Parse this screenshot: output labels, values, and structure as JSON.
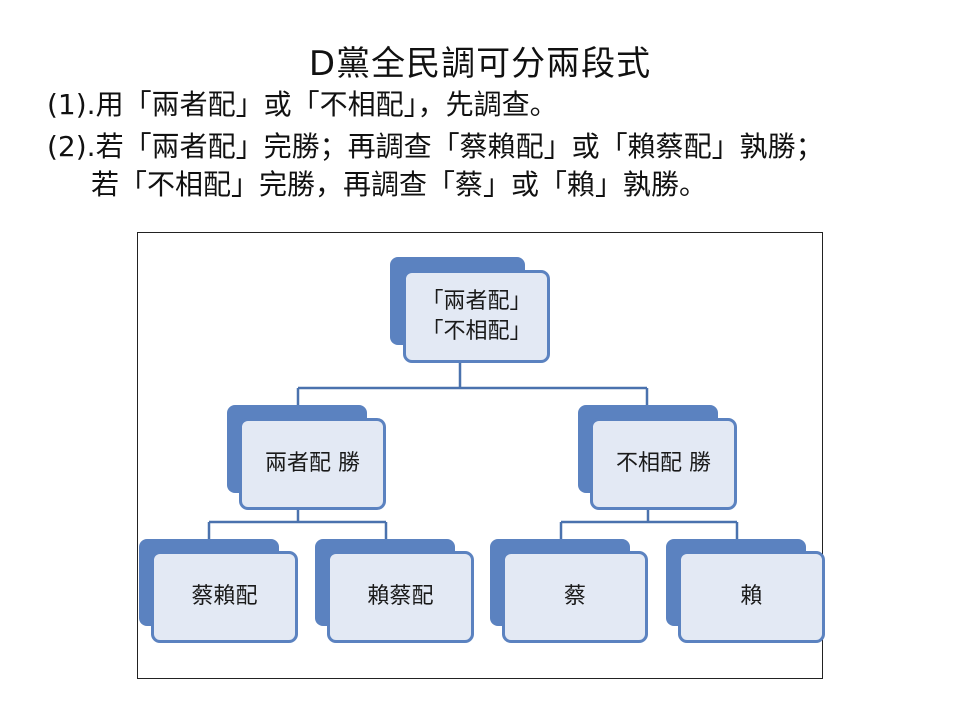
{
  "slide": {
    "title": "D黨全民調可分兩段式",
    "lines": [
      "(1).用「兩者配」或「不相配」，先調查。",
      "(2).若「兩者配」完勝；再調查「蔡賴配」或「賴蔡配」孰勝；",
      "若「不相配」完勝，再調查「蔡」或「賴」孰勝。"
    ]
  },
  "diagram": {
    "root": {
      "line1": "「兩者配」",
      "line2": "「不相配」"
    },
    "left": {
      "label": "兩者配 勝",
      "children": [
        "蔡賴配",
        "賴蔡配"
      ]
    },
    "right": {
      "label": "不相配 勝",
      "children": [
        "蔡",
        "賴"
      ]
    }
  },
  "colors": {
    "accent": "#5b82c0",
    "box_fill": "#e3e9f4",
    "connector": "#4a72ae"
  }
}
